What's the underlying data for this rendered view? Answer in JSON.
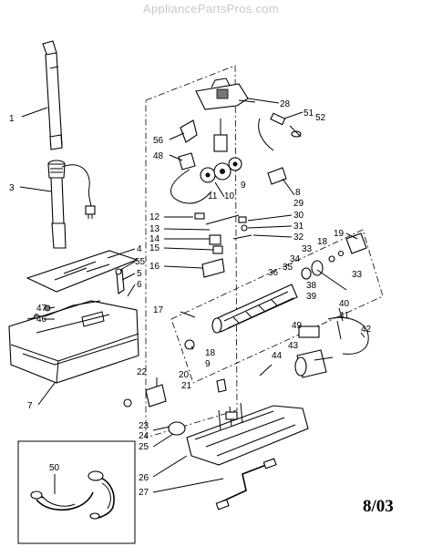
{
  "watermark": "AppliancePartsPros.com",
  "date_code": "8/03",
  "callouts": [
    {
      "num": "1"
    },
    {
      "num": "3"
    },
    {
      "num": "4"
    },
    {
      "num": "55"
    },
    {
      "num": "5"
    },
    {
      "num": "6"
    },
    {
      "num": "47"
    },
    {
      "num": "46"
    },
    {
      "num": "7"
    },
    {
      "num": "28"
    },
    {
      "num": "51"
    },
    {
      "num": "52"
    },
    {
      "num": "56"
    },
    {
      "num": "48"
    },
    {
      "num": "11"
    },
    {
      "num": "10"
    },
    {
      "num": "9"
    },
    {
      "num": "8"
    },
    {
      "num": "29"
    },
    {
      "num": "12"
    },
    {
      "num": "13"
    },
    {
      "num": "14"
    },
    {
      "num": "15"
    },
    {
      "num": "16"
    },
    {
      "num": "30"
    },
    {
      "num": "31"
    },
    {
      "num": "32"
    },
    {
      "num": "19"
    },
    {
      "num": "18"
    },
    {
      "num": "33"
    },
    {
      "num": "34"
    },
    {
      "num": "35"
    },
    {
      "num": "36"
    },
    {
      "num": "38"
    },
    {
      "num": "39"
    },
    {
      "num": "17"
    },
    {
      "num": "40"
    },
    {
      "num": "41"
    },
    {
      "num": "42"
    },
    {
      "num": "49"
    },
    {
      "num": "43"
    },
    {
      "num": "44"
    },
    {
      "num": "22"
    },
    {
      "num": "20"
    },
    {
      "num": "21"
    },
    {
      "num": "23"
    },
    {
      "num": "24"
    },
    {
      "num": "25"
    },
    {
      "num": "26"
    },
    {
      "num": "27"
    },
    {
      "num": "50"
    }
  ]
}
